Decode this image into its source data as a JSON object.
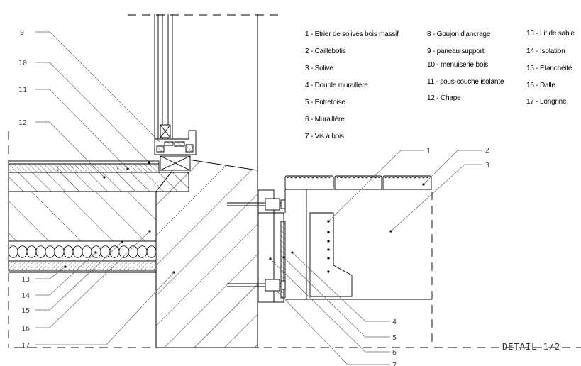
{
  "legend": [
    {
      "num": "1",
      "text": "1 - Etrier de solives bois massif"
    },
    {
      "num": "2",
      "text": "2 - Caillebotis"
    },
    {
      "num": "3",
      "text": "3 - Solive"
    },
    {
      "num": "4",
      "text": "4 - Double muraillère"
    },
    {
      "num": "5",
      "text": "5 - Entretoise"
    },
    {
      "num": "6",
      "text": "6 - Muraillère"
    },
    {
      "num": "7",
      "text": "7 - Vis à bois"
    },
    {
      "num": "8",
      "text": "8 - Goujon d'ancrage"
    },
    {
      "num": "9",
      "text": "9 - paneau support"
    },
    {
      "num": "10",
      "text": "10 - menuiserie bois"
    },
    {
      "num": "11",
      "text": "11 - sous-couche isolante"
    },
    {
      "num": "12",
      "text": "12 - Chape"
    },
    {
      "num": "13",
      "text": "13 - Lit de sable"
    },
    {
      "num": "14",
      "text": "14 - Isolation"
    },
    {
      "num": "15",
      "text": "15 - Etanchéité"
    },
    {
      "num": "16",
      "text": "16 - Dalle"
    },
    {
      "num": "17",
      "text": "17 - Longrine"
    }
  ],
  "callouts_left": [
    "9",
    "10",
    "11",
    "12",
    "13",
    "14",
    "15",
    "16",
    "17"
  ],
  "callouts_right": [
    "1",
    "2",
    "3",
    "4",
    "5",
    "6",
    "7"
  ],
  "title": "DETAIL 1/2",
  "colors": {
    "line": "#000000",
    "callout": "#555555",
    "gravel": "#999999"
  }
}
